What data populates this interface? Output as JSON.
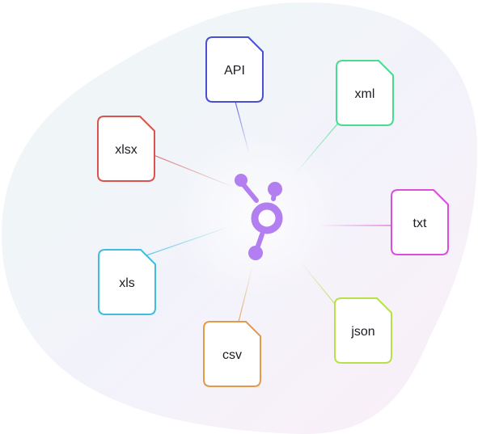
{
  "hub": {
    "icon": "hubspot-sprocket-icon",
    "color": "#b27ef0"
  },
  "files": [
    {
      "id": "api",
      "label": "API",
      "color": "#4a4fd4"
    },
    {
      "id": "xml",
      "label": "xml",
      "color": "#48dc90"
    },
    {
      "id": "xlsx",
      "label": "xlsx",
      "color": "#d9534f"
    },
    {
      "id": "txt",
      "label": "txt",
      "color": "#d94fdc"
    },
    {
      "id": "xls",
      "label": "xls",
      "color": "#3fbde0"
    },
    {
      "id": "json",
      "label": "json",
      "color": "#b7e04a"
    },
    {
      "id": "csv",
      "label": "csv",
      "color": "#e59a4a"
    }
  ]
}
